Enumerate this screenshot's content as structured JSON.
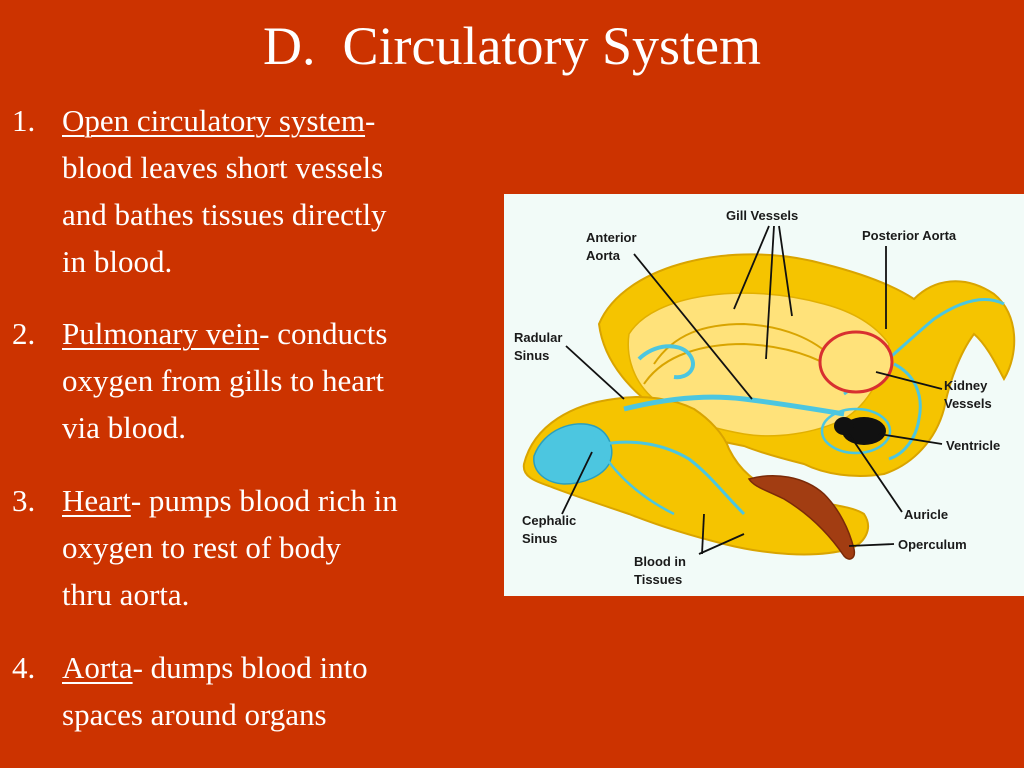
{
  "title": "D.  Circulatory System",
  "points": [
    {
      "num": "1.",
      "term": "Open circulatory system",
      "first_rest": "-",
      "lines": [
        "blood leaves short vessels",
        "and bathes tissues directly",
        "in blood."
      ]
    },
    {
      "num": "2.",
      "term": "Pulmonary vein",
      "first_rest": "- conducts",
      "lines": [
        "oxygen from gills to heart",
        "via blood."
      ]
    },
    {
      "num": "3.",
      "term": "Heart",
      "first_rest": "- pumps blood rich in",
      "lines": [
        "oxygen to rest of body",
        "thru aorta."
      ]
    },
    {
      "num": "4.",
      "term": "Aorta",
      "first_rest": "- dumps blood into",
      "lines": [
        "spaces around organs"
      ]
    }
  ],
  "diagram": {
    "labels": {
      "gill_vessels": "Gill Vessels",
      "anterior_1": "Anterior",
      "anterior_2": "Aorta",
      "posterior_aorta": "Posterior Aorta",
      "radular_1": "Radular",
      "radular_2": "Sinus",
      "kidney_1": "Kidney",
      "kidney_2": "Vessels",
      "ventricle": "Ventricle",
      "auricle": "Auricle",
      "cephalic_1": "Cephalic",
      "cephalic_2": "Sinus",
      "blood_1": "Blood in",
      "blood_2": "Tissues",
      "operculum": "Operculum"
    },
    "colors": {
      "background": "#cc3300",
      "text": "#ffffff",
      "panel": "#f2fbf8",
      "body_fill": "#f5c400",
      "body_light": "#ffe27a",
      "vessel": "#4cc6e0",
      "operculum": "#a23d12",
      "kidney_outline": "#d83030"
    }
  }
}
